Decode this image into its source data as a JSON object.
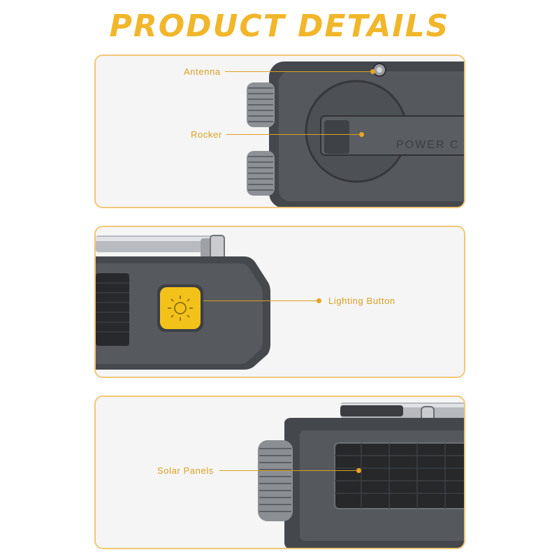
{
  "title": "PRODUCT DETAILS",
  "panels": [
    {
      "id": "rocker-view",
      "callouts": [
        {
          "label": "Antenna"
        },
        {
          "label": "Rocker"
        }
      ],
      "engraving": "POWER C"
    },
    {
      "id": "light-view",
      "callouts": [
        {
          "label": "Lighting Button"
        }
      ]
    },
    {
      "id": "solar-view",
      "callouts": [
        {
          "label": "Solar Panels"
        }
      ]
    }
  ],
  "colors": {
    "accent": "#f1b62a",
    "frame": "#f1c776",
    "callout": "#d9a022",
    "device_body": "#4a4d52",
    "light_button": "#f2c21b"
  },
  "icons": [
    "sun-icon"
  ]
}
